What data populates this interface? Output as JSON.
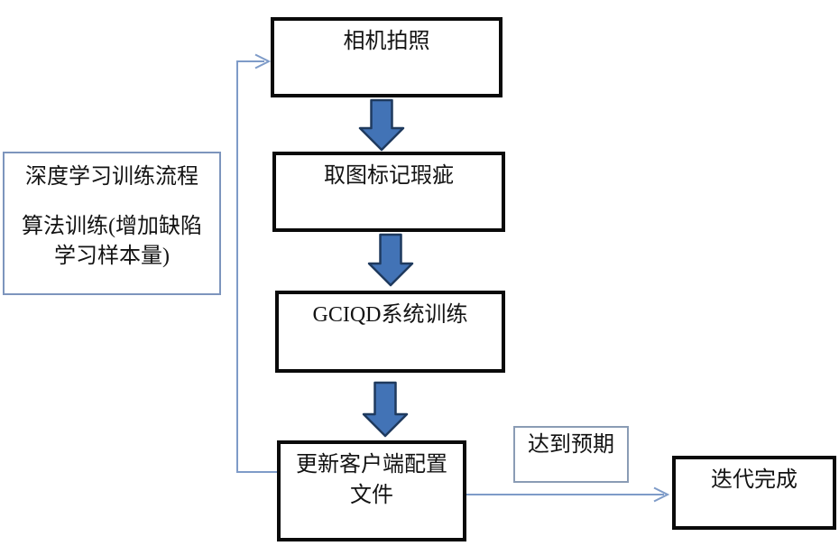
{
  "diagram": {
    "type": "flowchart",
    "boxes": {
      "camera": {
        "label": "相机拍照"
      },
      "mark_defects": {
        "label": "取图标记瑕疵"
      },
      "gciqd_training": {
        "label": "GCIQD系统训练"
      },
      "update_config": {
        "lines": [
          "更新客户端配置",
          "文件"
        ]
      },
      "iteration_done": {
        "label": "迭代完成"
      },
      "expected_label": {
        "label": "达到预期"
      },
      "left_note": {
        "lines": [
          "深度学习训练流程",
          "",
          "算法训练(增加缺陷",
          "学习样本量)"
        ]
      }
    },
    "colors": {
      "process_box_border": "#0a0a0a",
      "note_box_border": "#7d95bd",
      "label_box_border": "#8a9cb5",
      "block_arrow_fill": "#4273b6",
      "block_arrow_stroke": "#1f3a5e",
      "connector_line": "#7e9bc8",
      "background": "#ffffff",
      "text": "#131313"
    }
  }
}
